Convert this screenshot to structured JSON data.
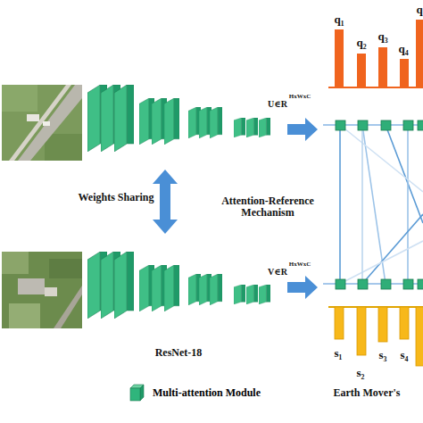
{
  "diagram": {
    "labels": [
      "q",
      "q₁",
      "q₂",
      "q₃",
      "q₄",
      "U∈R",
      "HxWxC",
      "Weights Sharing",
      "Attention-Reference Mechanism",
      "V∈R",
      "HxWxC",
      "ResNet-18",
      "s₁",
      "s₂",
      "s₃",
      "s₄",
      "Earth Mover's"
    ],
    "legend": [
      {
        "text": "Multi-attention Module"
      }
    ]
  }
}
